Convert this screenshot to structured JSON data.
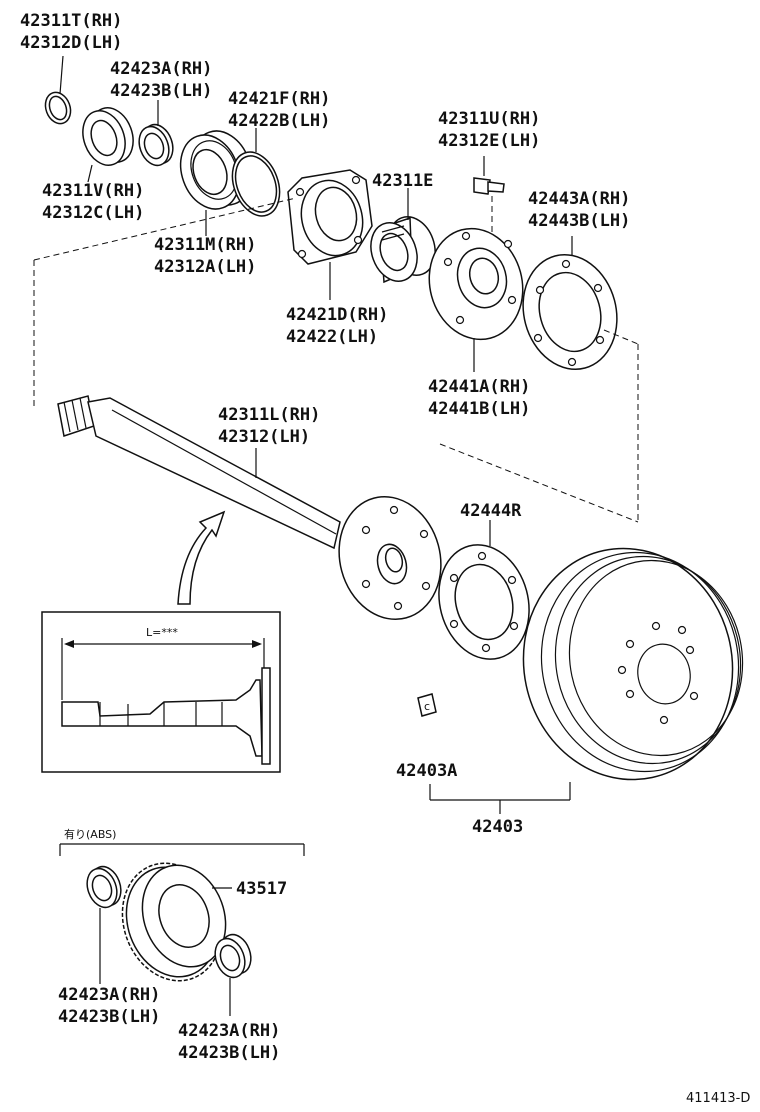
{
  "diagram": {
    "labels": {
      "p42311T": [
        "42311T(RH)",
        "42312D(LH)"
      ],
      "p42423A_top": [
        "42423A(RH)",
        "42423B(LH)"
      ],
      "p42421F": [
        "42421F(RH)",
        "42422B(LH)"
      ],
      "p42311V": [
        "42311V(RH)",
        "42312C(LH)"
      ],
      "p42311M": [
        "42311M(RH)",
        "42312A(LH)"
      ],
      "p42311E": [
        "42311E"
      ],
      "p42311U": [
        "42311U(RH)",
        "42312E(LH)"
      ],
      "p42443A": [
        "42443A(RH)",
        "42443B(LH)"
      ],
      "p42421D": [
        "42421D(RH)",
        "42422(LH)"
      ],
      "p42441A": [
        "42441A(RH)",
        "42441B(LH)"
      ],
      "p42311L": [
        "42311L(RH)",
        "42312(LH)"
      ],
      "p42444R": [
        "42444R"
      ],
      "p42403A": [
        "42403A"
      ],
      "p42403": [
        "42403"
      ],
      "p43517": [
        "43517"
      ],
      "p42423A_left": [
        "42423A(RH)",
        "42423B(LH)"
      ],
      "p42423A_bottom": [
        "42423A(RH)",
        "42423B(LH)"
      ]
    },
    "inset_dimension": "L=***",
    "abs_note": "有り(ABS)",
    "figure_code": "411413-D"
  }
}
